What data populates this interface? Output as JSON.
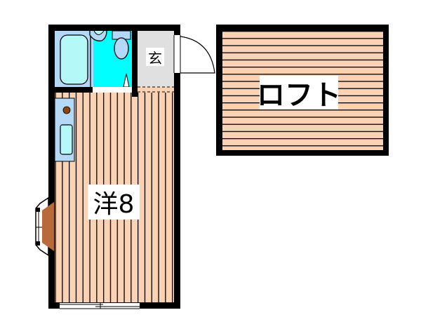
{
  "floor_plan": {
    "rooms": [
      {
        "id": "western-room",
        "label": "洋8",
        "type": "Western-style room",
        "size_jo": 8
      },
      {
        "id": "genkan",
        "label": "玄",
        "type": "Entrance"
      },
      {
        "id": "loft",
        "label": "ロフト",
        "type": "Loft"
      },
      {
        "id": "unit-bath",
        "label": "",
        "type": "Unit bath (tub, sink, toilet)"
      },
      {
        "id": "kitchen",
        "label": "",
        "type": "Kitchen counter (stove, sink)"
      }
    ],
    "colors": {
      "wall": "#000000",
      "floor": "#fcd2b4",
      "bath_floor": "#00ffff",
      "fixture": "#b4d8f8",
      "tub": "#b4f8f8",
      "genkan": "#e0e0e0",
      "bay": "#b86a3a",
      "stove": "#8b4513"
    }
  }
}
